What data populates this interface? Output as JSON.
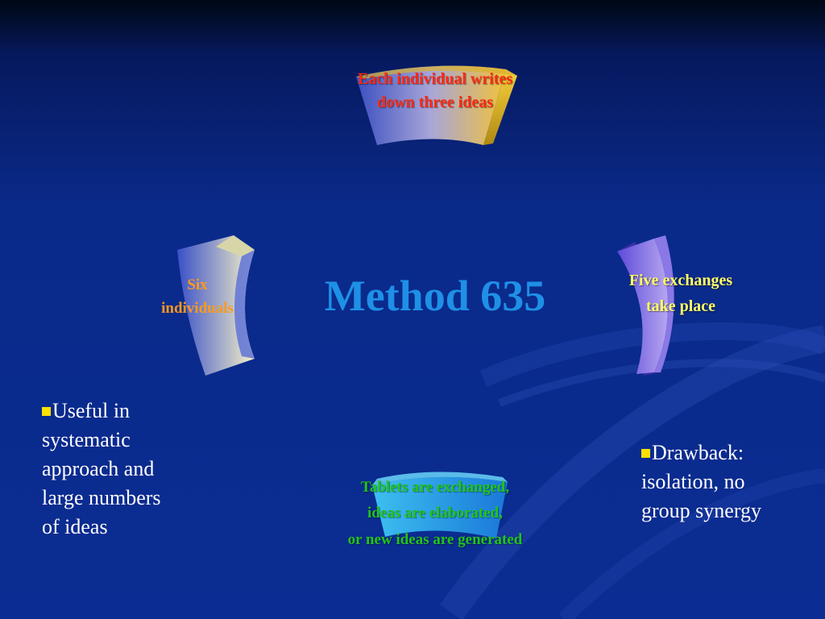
{
  "diagram": {
    "title": "Method 635",
    "steps": [
      {
        "lines": [
          "Each individual writes",
          "down three ideas"
        ],
        "color": "#ff2a14"
      },
      {
        "lines": [
          "Five exchanges",
          "take place"
        ],
        "color": "#ffff66"
      },
      {
        "lines": [
          "Tablets are exchanged,",
          "ideas are elaborated,",
          "or new ideas are generated"
        ],
        "color": "#22c41a"
      },
      {
        "lines": [
          "Six",
          "individuals"
        ],
        "color": "#ff9a1c"
      }
    ]
  },
  "notes": {
    "left": {
      "bullet_color": "#ffe000",
      "lines": [
        "Useful in",
        "systematic",
        "approach and",
        "large numbers",
        "of ideas"
      ]
    },
    "right": {
      "bullet_color": "#ffe000",
      "lines": [
        "Drawback:",
        "isolation, no",
        "group synergy"
      ]
    }
  }
}
